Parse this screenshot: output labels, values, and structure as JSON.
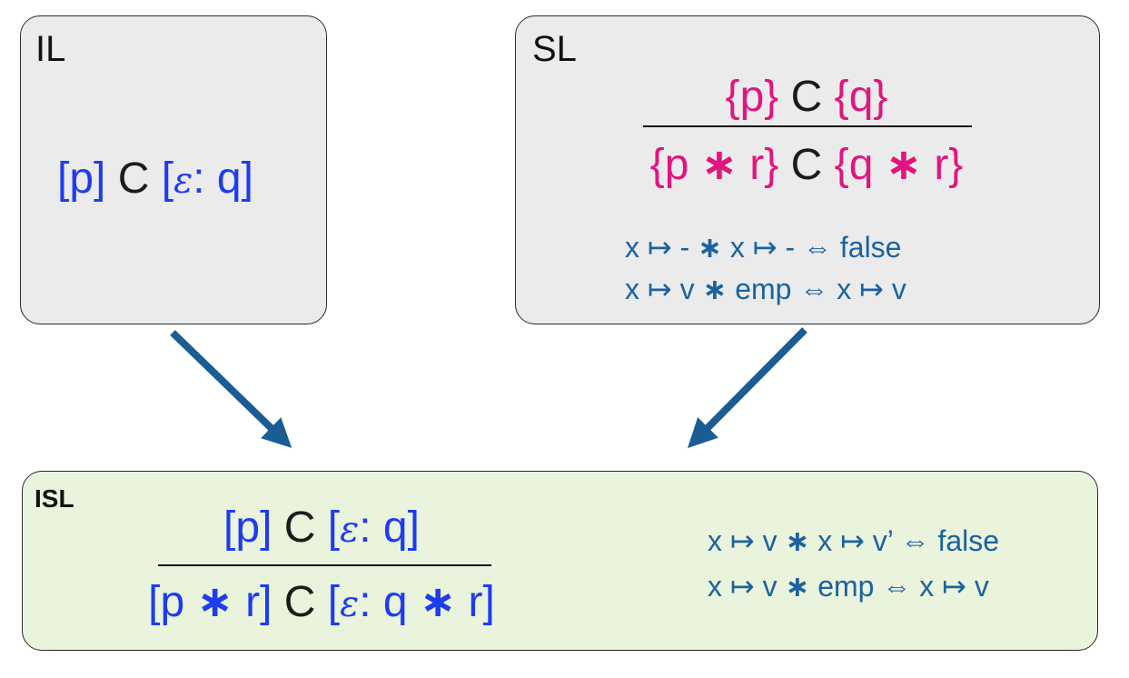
{
  "il": {
    "label": "IL"
  },
  "sl": {
    "label": "SL"
  },
  "isl": {
    "label": "ISL"
  },
  "symbols": {
    "star": "∗",
    "mapsto": "↦",
    "iff": "⇔",
    "epsilon": "ε",
    "p": "p",
    "q": "q",
    "r": "r",
    "C": "C",
    "x": "x",
    "v": "v",
    "v_prime": "v’",
    "dash": "-",
    "false": "false",
    "emp": "emp"
  },
  "colors": {
    "il_assertions": "#1d3cf2",
    "sl_assertions": "#e1157f",
    "laws": "#1a62a0",
    "arrows": "#1a5c94",
    "box_gray": "#ebebeb",
    "box_green": "#eaf3db"
  }
}
